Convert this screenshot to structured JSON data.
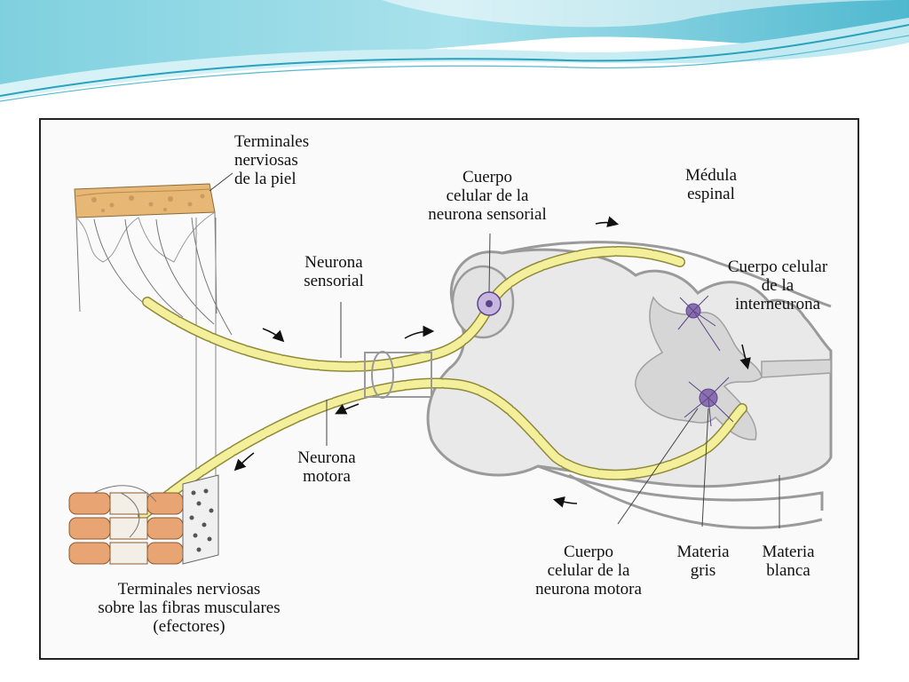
{
  "colors": {
    "banner_teal": "#5fc3d6",
    "banner_light": "#c9eef4",
    "neuron_yellow": "#f4ef9a",
    "tissue_gray": "#e4e4e4",
    "outline_gray": "#9a9a9a",
    "muscle_orange": "#e8a472",
    "cell_body_purple": "#8a6fb0"
  },
  "labels": {
    "skin_terminals": [
      "Terminales",
      "nerviosas",
      "de la piel"
    ],
    "sensory_cell_body": [
      "Cuerpo",
      "celular de la",
      "neurona sensorial"
    ],
    "spinal_cord": [
      "Médula",
      "espinal"
    ],
    "interneuron_cell_body": [
      "Cuerpo celular",
      "de la",
      "interneurona"
    ],
    "sensory_neuron": [
      "Neurona",
      "sensorial"
    ],
    "motor_neuron": [
      "Neurona",
      "motora"
    ],
    "muscle_terminals": [
      "Terminales nerviosas",
      "sobre las fibras musculares",
      "(efectores)"
    ],
    "motor_cell_body": [
      "Cuerpo",
      "celular de la",
      "neurona motora"
    ],
    "gray_matter": [
      "Materia",
      "gris"
    ],
    "white_matter": [
      "Materia",
      "blanca"
    ]
  }
}
